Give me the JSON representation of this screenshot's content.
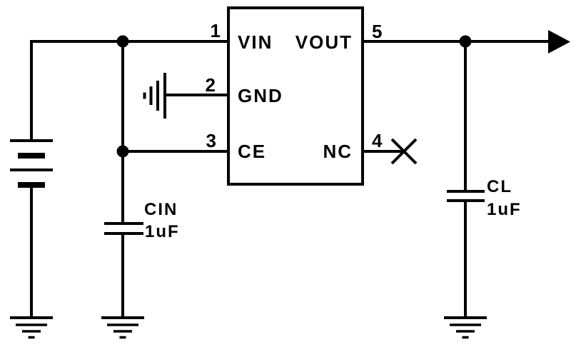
{
  "colors": {
    "background": "#ffffff",
    "line": "#000000"
  },
  "ic": {
    "pins": {
      "vin": {
        "number": "1",
        "label": "VIN",
        "side": "left"
      },
      "gnd": {
        "number": "2",
        "label": "GND",
        "side": "left"
      },
      "ce": {
        "number": "3",
        "label": "CE",
        "side": "left"
      },
      "nc": {
        "number": "4",
        "label": "NC",
        "side": "right"
      },
      "vout": {
        "number": "5",
        "label": "VOUT",
        "side": "right"
      }
    }
  },
  "capacitors": {
    "input": {
      "name": "CIN",
      "value": "1uF"
    },
    "output": {
      "name": "CL",
      "value": "1uF"
    }
  },
  "icons": {
    "battery": "battery-icon",
    "ground": "ground-icon",
    "gnd_pin_ground": "ground-left-icon",
    "no_connect": "no-connect-x-icon",
    "output_arrow": "arrow-right-icon",
    "junction": "junction-dot"
  }
}
